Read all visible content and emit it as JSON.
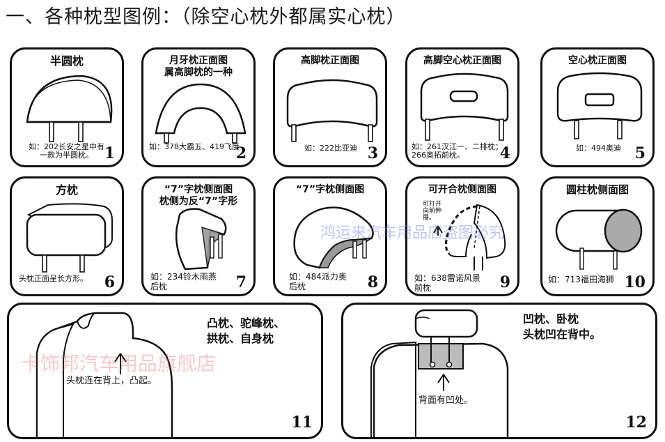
{
  "title": "一、各种枕型图例：（除空心枕外都属实心枕）",
  "cards": [
    {
      "heading": "半圆枕",
      "caption": "如：202长安之星中有\n一款为半圆枕。",
      "number": "1"
    },
    {
      "heading": "月牙枕正面图\n属高脚枕的一种",
      "caption": "如：378大霸五、419飞度",
      "number": "2"
    },
    {
      "heading": "高脚枕正面图",
      "caption": "如：222比亚迪",
      "number": "3"
    },
    {
      "heading": "高脚空心枕正面图",
      "caption": "如：261汉江一、二排枕；\n266奥拓前枕。",
      "number": "4"
    },
    {
      "heading": "空心枕正面图",
      "caption": "如：494奥迪",
      "number": "5"
    },
    {
      "heading": "方枕",
      "caption": "头枕正面呈长方形。",
      "number": "6"
    },
    {
      "heading": "“7”字枕侧面图\n枕侧为反“7”字形",
      "caption": "如：234铃木雨燕\n后枕",
      "number": "7"
    },
    {
      "heading": "“7”字枕侧面图",
      "caption": "如：484派力奥\n后枕",
      "number": "8"
    },
    {
      "heading": "可开合枕侧面图",
      "caption": "如：638雷诺风景\n前枕",
      "number": "9",
      "annotation": "可打开\n向前伸\n展。"
    },
    {
      "heading": "圆柱枕侧面图",
      "caption": "如：713福田海狮",
      "number": "10"
    },
    {
      "heading": "凸枕、驼峰枕、\n拱枕、自身枕",
      "caption": "头枕连在背上，凸起。",
      "number": "11"
    },
    {
      "heading": "凹枕、卧枕\n头枕凹在背中。",
      "caption": "背面有凹处。",
      "number": "12"
    }
  ],
  "watermarks": {
    "top": "鸿运来汽车用品店盗图必究",
    "bottom": "卡饰邦汽车用品旗舰店"
  }
}
